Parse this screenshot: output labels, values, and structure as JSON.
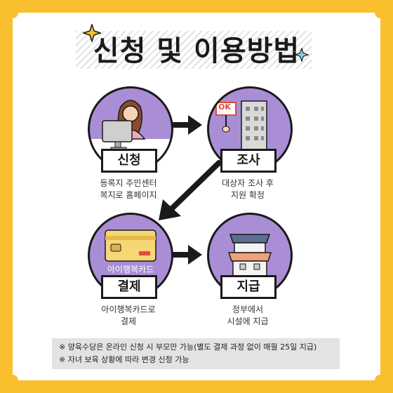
{
  "title": "신청 및 이용방법",
  "steps": [
    {
      "label": "신청",
      "desc_line1": "등록지 주민센터",
      "desc_line2": "복지로 홈페이지"
    },
    {
      "label": "조사",
      "desc_line1": "대상자 조사 후",
      "desc_line2": "지원 확정",
      "sign_text": "OK"
    },
    {
      "label": "결제",
      "desc_line1": "아이행복카드로",
      "desc_line2": "결제",
      "card_text": "아이행복카드"
    },
    {
      "label": "지급",
      "desc_line1": "정부에서",
      "desc_line2": "시설에 지급"
    }
  ],
  "notes": [
    "※ 양육수당은 온라인 신청 시 부모만 가능(별도 결제 과정 없이 매월 25일 지급)",
    "※ 자녀 보육 상황에 따라 변경 신청 가능"
  ],
  "colors": {
    "background": "#F9BF2C",
    "circle": "#A98ED6",
    "card": "#F6D675",
    "accent": "#F0A07A"
  }
}
